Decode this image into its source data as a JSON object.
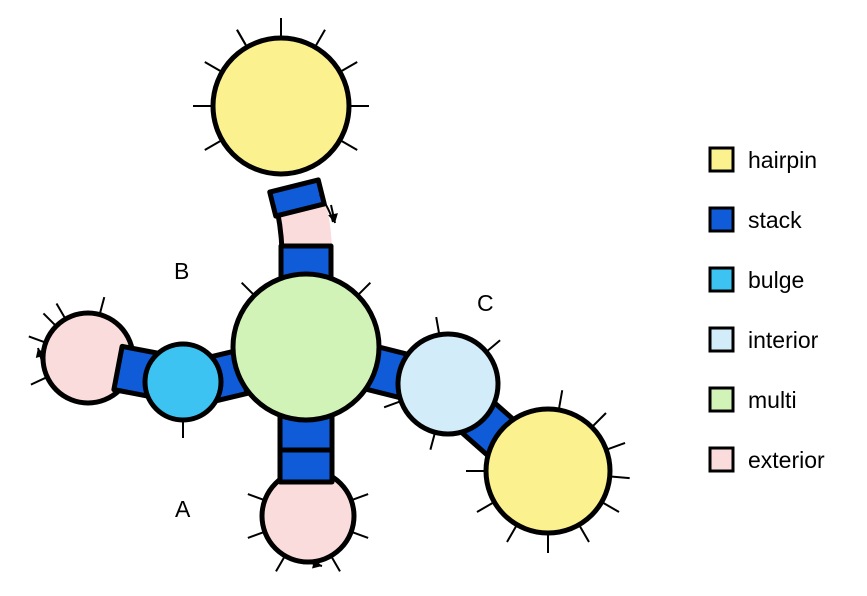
{
  "colors": {
    "hairpin": "#fbf18f",
    "stack": "#0f5bd8",
    "bulge": "#3cc3f2",
    "interior": "#d2edf9",
    "multi": "#d2f3b7",
    "exterior": "#fbdcdc",
    "outline": "#000000"
  },
  "labels": {
    "a": "A",
    "b": "B",
    "c": "C"
  },
  "legend": [
    {
      "key": "hairpin",
      "label": "hairpin"
    },
    {
      "key": "stack",
      "label": "stack"
    },
    {
      "key": "bulge",
      "label": "bulge"
    },
    {
      "key": "interior",
      "label": "interior"
    },
    {
      "key": "multi",
      "label": "multi"
    },
    {
      "key": "exterior",
      "label": "exterior"
    }
  ]
}
